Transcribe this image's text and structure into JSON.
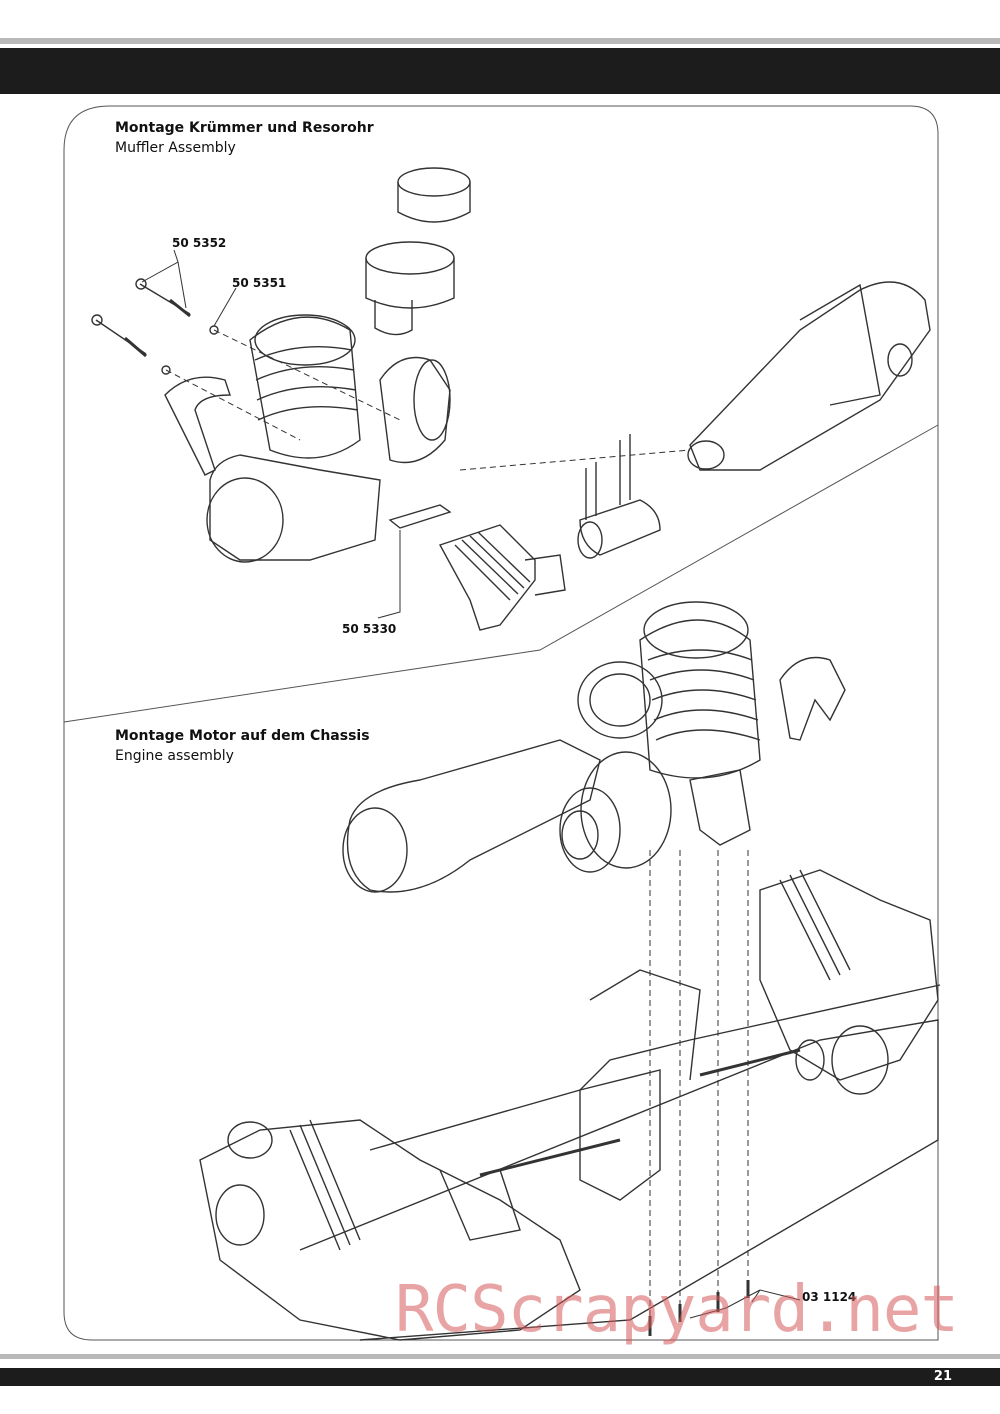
{
  "sections": {
    "muffler": {
      "title_de": "Montage Krümmer und Resorohr",
      "title_en": "Muffler Assembly"
    },
    "engine": {
      "title_de": "Montage Motor auf dem Chassis",
      "title_en": "Engine assembly"
    }
  },
  "parts": {
    "p505352": "50 5352",
    "p505351": "50 5351",
    "p505330": "50 5330",
    "p031124": "03 1124"
  },
  "watermark": "RCScrapyard.net",
  "page_number": "21"
}
